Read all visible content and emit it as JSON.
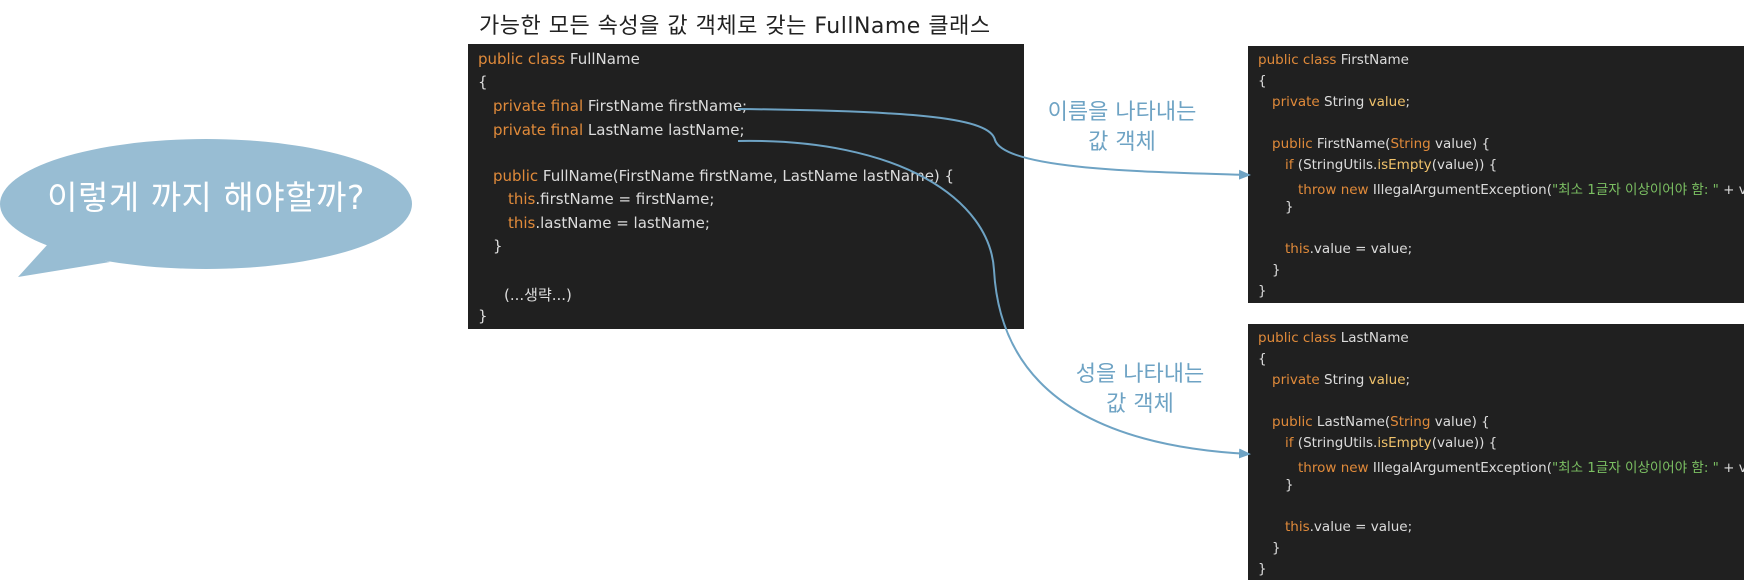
{
  "bubble": {
    "text": "이렇게 까지 해야할까?",
    "color": "#98bdd3"
  },
  "title": "가능한 모든 속성을 값 객체로 갖는 FullName 클래스",
  "labels": {
    "first": [
      "이름을 나타내는",
      "값 객체"
    ],
    "last": [
      "성을 나타내는",
      "값 객체"
    ]
  },
  "colors": {
    "keyword": "#e08a3a",
    "method": "#f0c26b",
    "string": "#7bbf62",
    "code_bg": "#202020",
    "arrow": "#6ea3c4"
  },
  "code": {
    "full_name": {
      "l1_kw": "public class ",
      "l1_name": "FullName",
      "l2": "{",
      "l3_kw": "private final ",
      "l3_rest": "FirstName firstName;",
      "l4_kw": "private final ",
      "l4_rest": "LastName lastName;",
      "l5_kw": "public ",
      "l5_rest": "FullName(FirstName firstName, LastName lastName) {",
      "l6_kw": "this",
      "l6_rest": ".firstName = firstName;",
      "l7_kw": "this",
      "l7_rest": ".lastName = lastName;",
      "l8": "}",
      "l9": "(...생략...)",
      "l10": "}"
    },
    "first_name": {
      "l1_kw": "public class ",
      "l1_name": "FirstName",
      "l2": "{",
      "l3_kw": "private ",
      "l3_type": "String ",
      "l3_var": "value",
      "l3_end": ";",
      "l4_kw": "public ",
      "l4_name": "FirstName(",
      "l4_kw2": "String",
      "l4_rest": " value) {",
      "l5_kw": "if ",
      "l5_a": "(StringUtils.",
      "l5_fn": "isEmpty",
      "l5_b": "(value)) {",
      "l6_kw": "throw new ",
      "l6_a": "IllegalArgumentException(",
      "l6_str": "\"최소 1글자 이상이어야 함: \"",
      "l6_b": " + value);",
      "l7": "}",
      "l8_kw": "this",
      "l8_rest": ".value = value;",
      "l9": "}",
      "l10": "}"
    },
    "last_name": {
      "l1_kw": "public class ",
      "l1_name": "LastName",
      "l2": "{",
      "l3_kw": "private ",
      "l3_type": "String ",
      "l3_var": "value",
      "l3_end": ";",
      "l4_kw": "public ",
      "l4_name": "LastName(",
      "l4_kw2": "String",
      "l4_rest": " value) {",
      "l5_kw": "if ",
      "l5_a": "(StringUtils.",
      "l5_fn": "isEmpty",
      "l5_b": "(value)) {",
      "l6_kw": "throw new ",
      "l6_a": "IllegalArgumentException(",
      "l6_str": "\"최소 1글자 이상이어야 함: \"",
      "l6_b": " + value);",
      "l7": "}",
      "l8_kw": "this",
      "l8_rest": ".value = value;",
      "l9": "}",
      "l10": "}"
    }
  }
}
